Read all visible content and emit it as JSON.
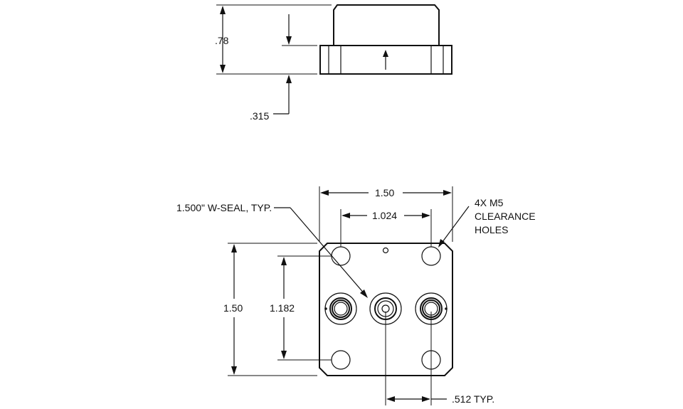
{
  "side_view": {
    "dim_height": ".78",
    "dim_base": ".315"
  },
  "top_view": {
    "dim_width": "1.50",
    "dim_hole_spacing_x": "1.024",
    "dim_height": "1.50",
    "dim_hole_spacing_y": "1.182",
    "dim_port_pitch": ".512 TYP.",
    "callout_seal": "1.500\" W-SEAL, TYP.",
    "callout_holes": [
      "4X M5",
      "CLEARANCE",
      "HOLES"
    ]
  },
  "icons": {
    "flow_arrow": "up-arrow-icon"
  }
}
